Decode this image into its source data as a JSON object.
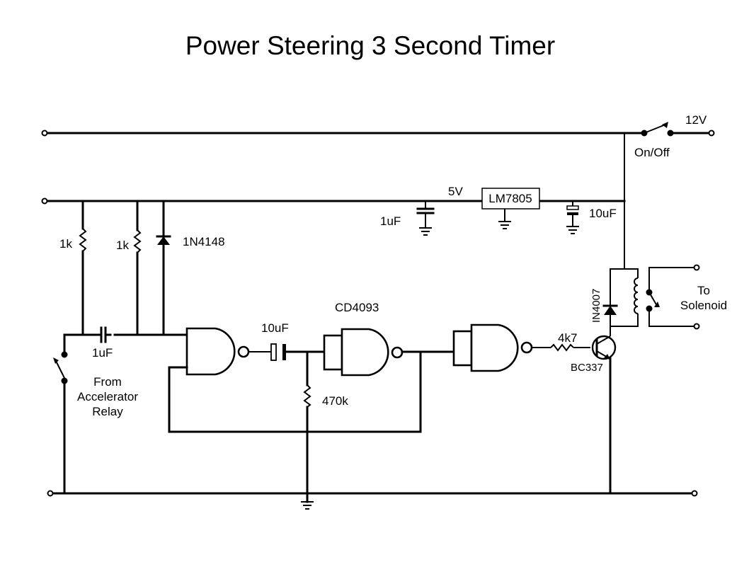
{
  "title": "Power Steering 3 Second Timer",
  "components": {
    "supply_label": "12V",
    "switch_onoff": "On/Off",
    "rail_5v": "5V",
    "regulator": "LM7805",
    "reg_in_cap": "10uF",
    "reg_out_cap": "1uF",
    "r1": "1k",
    "r2": "1k",
    "diode_d1": "1N4148",
    "input_cap": "1uF",
    "input_switch_label": [
      "From",
      "Accelerator",
      "Relay"
    ],
    "ic": "CD4093",
    "timing_cap": "10uF",
    "timing_res": "470k",
    "base_res": "4k7",
    "transistor": "BC337",
    "flyback_diode": "IN4007",
    "relay_output_label": [
      "To",
      "Solenoid"
    ]
  },
  "colors": {
    "ink": "#000000",
    "background": "#ffffff"
  }
}
